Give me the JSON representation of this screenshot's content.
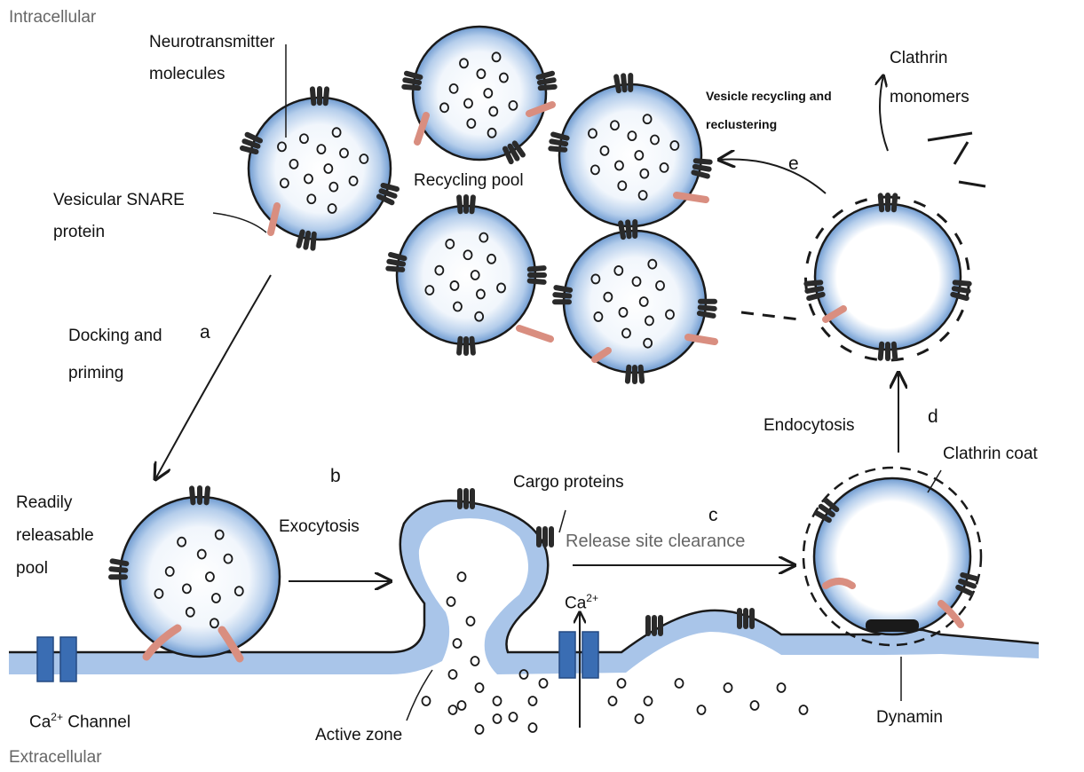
{
  "regions": {
    "top": "Intracellular",
    "bottom": "Extracellular"
  },
  "labels": {
    "neurotransmitter": "Neurotransmitter molecules",
    "vsnare": "Vesicular SNARE protein",
    "recycling_pool": "Recycling pool",
    "vesicle_recycling": "Vesicle recycling and reclustering",
    "clathrin_monomers": "Clathrin monomers",
    "docking": "Docking and priming",
    "rrp": "Readily releasable pool",
    "exocytosis": "Exocytosis",
    "cargo": "Cargo proteins",
    "release_site": "Release site clearance",
    "endocytosis": "Endocytosis",
    "clathrin_coat": "Clathrin coat",
    "ca_text": "Ca",
    "ca_sup": "2+",
    "ca_channel_text": "Ca",
    "ca_channel_sup": "2+",
    "ca_channel_suffix": "Channel",
    "active_zone": "Active zone",
    "dynamin": "Dynamin"
  },
  "steps": {
    "a": "a",
    "b": "b",
    "c": "c",
    "d": "d",
    "e": "e"
  },
  "colors": {
    "vesicle_edge": "#6f9bd1",
    "vesicle_fill": "#dbe8f7",
    "outline": "#1a1a1a",
    "snare": "#d98e80",
    "channel": "#3a6db3",
    "membrane": "#8fb3e0"
  }
}
